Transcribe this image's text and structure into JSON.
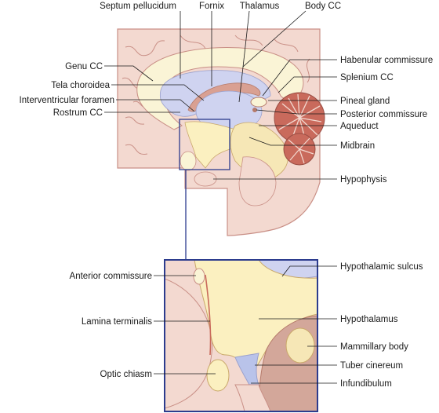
{
  "figure": {
    "labels": {
      "septum_pellucidum": "Septum pellucidum",
      "fornix": "Fornix",
      "thalamus": "Thalamus",
      "body_cc": "Body CC",
      "genu_cc": "Genu CC",
      "habenular_commissure": "Habenular commissure",
      "splenium_cc": "Splenium CC",
      "tela_choroidea": "Tela choroidea",
      "interventricular_foramen": "Interventricular foramen",
      "pineal_gland": "Pineal gland",
      "rostrum_cc": "Rostrum CC",
      "posterior_commissure": "Posterior commissure",
      "aqueduct": "Aqueduct",
      "midbrain": "Midbrain",
      "hypophysis": "Hypophysis",
      "anterior_commissure": "Anterior commissure",
      "hypothalamic_sulcus": "Hypothalamic sulcus",
      "lamina_terminalis": "Lamina terminalis",
      "hypothalamus": "Hypothalamus",
      "mammillary_body": "Mammillary body",
      "tuber_cinereum": "Tuber cinereum",
      "optic_chiasm": "Optic chiasm",
      "infundibulum": "Infundibulum"
    },
    "colors": {
      "cortex": "#f3d9d0",
      "cortex_outline": "#c98f86",
      "corpus_callosum": "#faf4d6",
      "ventricle": "#cfd3f0",
      "diencephalon": "#fbf0c0",
      "midbrain": "#f6e7b6",
      "cerebellum": "#c96a5c",
      "frame": "#2c3c8e",
      "dark_tissue": "#b57a6a"
    }
  }
}
